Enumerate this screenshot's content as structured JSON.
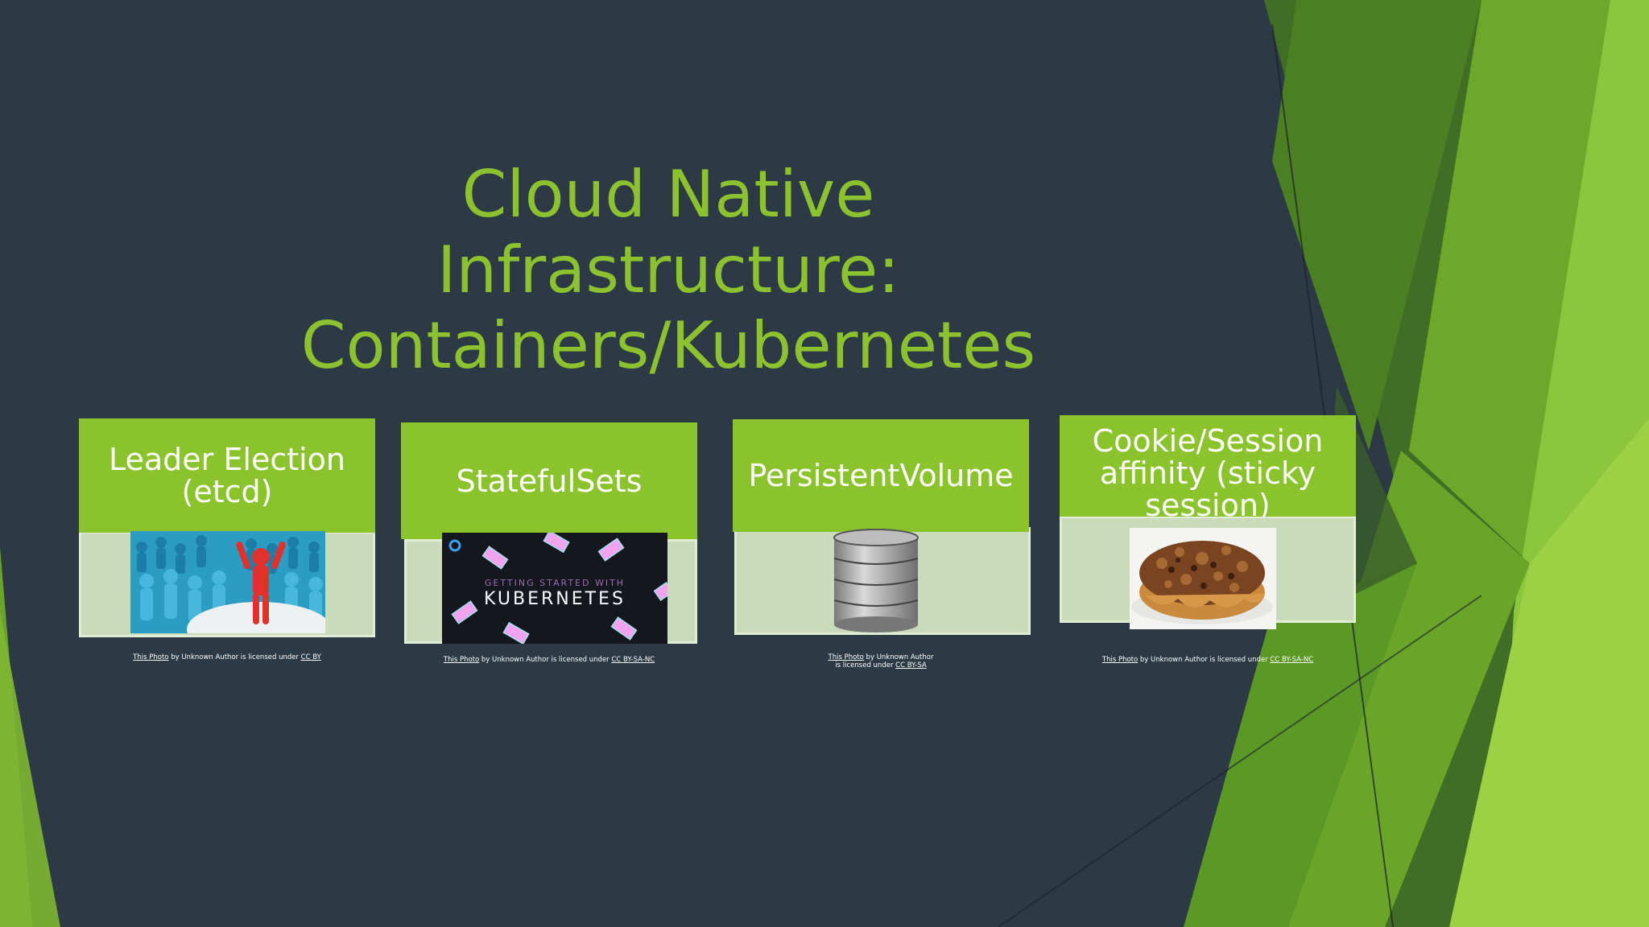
{
  "slide": {
    "title_line1": "Cloud Native Infrastructure:",
    "title_line2": "Containers/Kubernetes",
    "accent_color": "#8bc32c",
    "background_color": "#2b3a44"
  },
  "cards": [
    {
      "label_line1": "Leader Election",
      "label_line2": "(etcd)",
      "image": "crowd-leader-illustration",
      "credit_link": "This Photo",
      "credit_mid": " by Unknown Author is licensed under ",
      "credit_license": "CC BY"
    },
    {
      "label_line1": "StatefulSets",
      "label_line2": "",
      "image": "kubernetes-banner",
      "banner_small": "GETTING STARTED WITH",
      "banner_big": "KUBERNETES",
      "credit_link": "This Photo",
      "credit_mid": " by Unknown Author is licensed under ",
      "credit_license": "CC BY-SA-NC"
    },
    {
      "label_line1": "PersistentVolume",
      "label_line2": "",
      "image": "database-cylinder-icon",
      "credit_link": "This Photo",
      "credit_mid": " by Unknown Author",
      "credit_mid2": "is licensed under ",
      "credit_license": "CC BY-SA"
    },
    {
      "label_line1": "Cookie/Session",
      "label_line2": "affinity (sticky",
      "label_line3": "session)",
      "image": "sticky-bun-photo",
      "credit_link": "This Photo",
      "credit_mid": " by Unknown Author is licensed under ",
      "credit_license": "CC BY-SA-NC"
    }
  ]
}
